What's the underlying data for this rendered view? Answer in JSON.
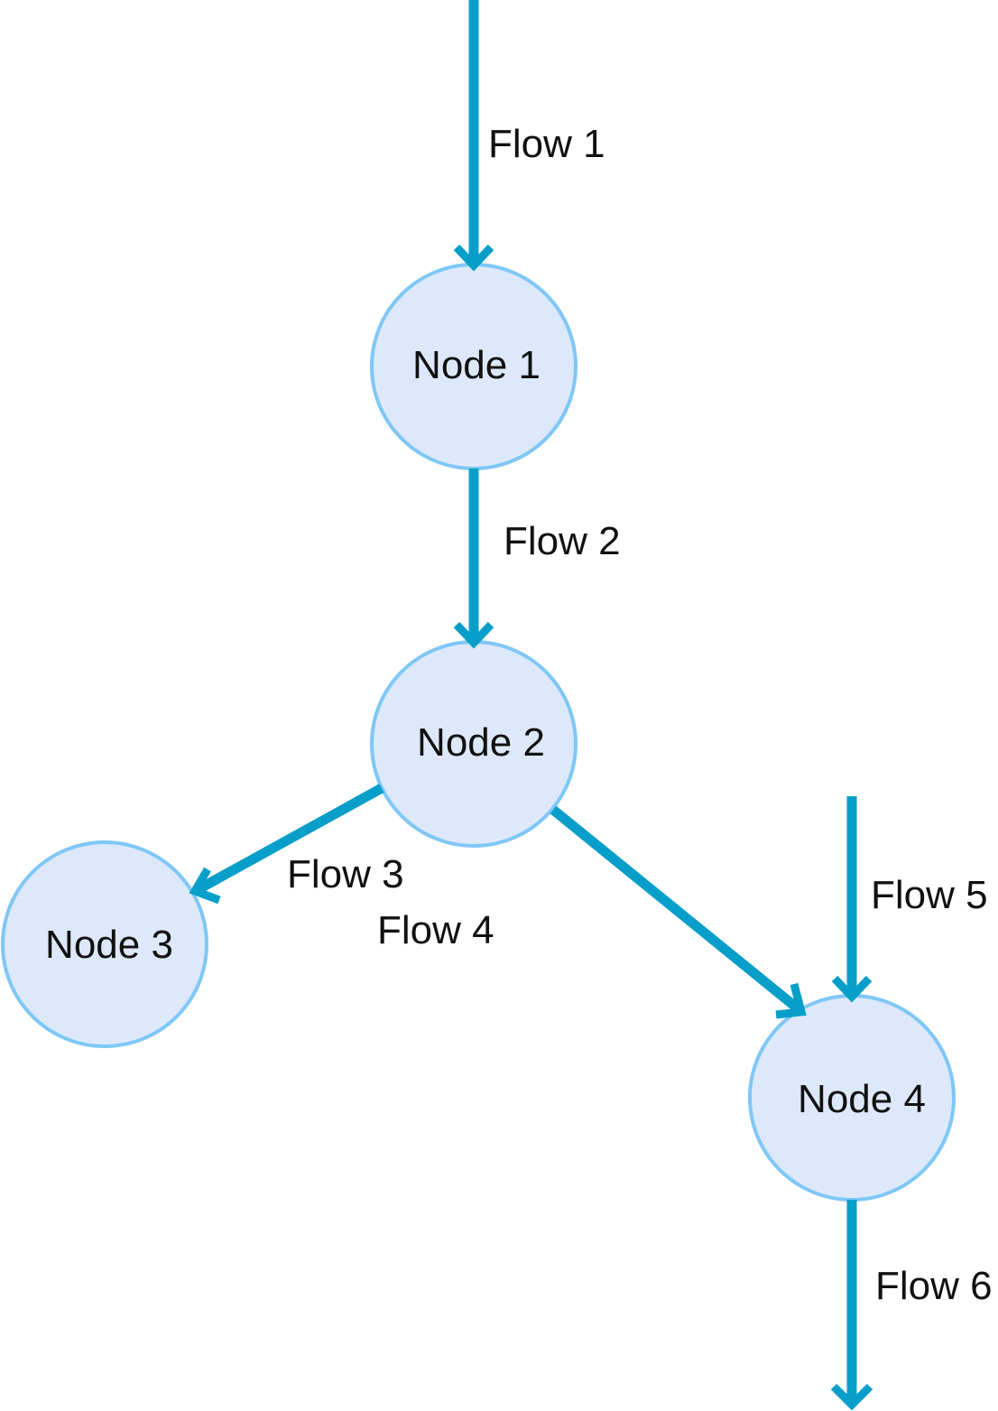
{
  "diagram": {
    "nodes": [
      {
        "id": "node-1",
        "label": "Node 1"
      },
      {
        "id": "node-2",
        "label": "Node 2"
      },
      {
        "id": "node-3",
        "label": "Node 3"
      },
      {
        "id": "node-4",
        "label": "Node 4"
      }
    ],
    "flows": [
      {
        "id": "flow-1",
        "label": "Flow 1",
        "from": "",
        "to": "node-1"
      },
      {
        "id": "flow-2",
        "label": "Flow 2",
        "from": "node-1",
        "to": "node-2"
      },
      {
        "id": "flow-3",
        "label": "Flow 3",
        "from": "node-2",
        "to": "node-3"
      },
      {
        "id": "flow-4",
        "label": "Flow 4",
        "from": "node-2",
        "to": "node-4"
      },
      {
        "id": "flow-5",
        "label": "Flow 5",
        "from": "",
        "to": "node-4"
      },
      {
        "id": "flow-6",
        "label": "Flow 6",
        "from": "node-4",
        "to": ""
      }
    ],
    "colors": {
      "flow": "#079fc9",
      "node_fill": "#dde9fb",
      "node_stroke": "#7fc7f6",
      "text": "#111111"
    }
  }
}
